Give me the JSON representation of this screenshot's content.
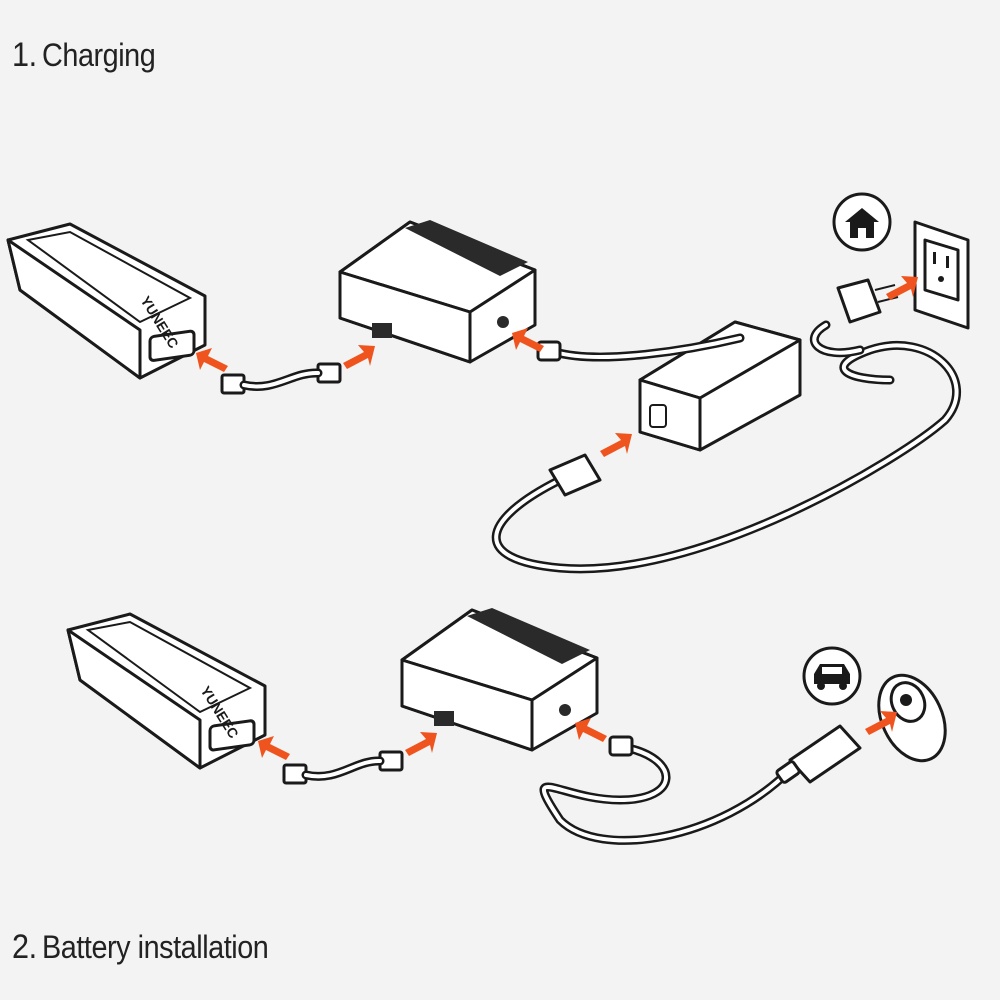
{
  "section1": {
    "number": "1.",
    "title": "Charging"
  },
  "section2": {
    "number": "2.",
    "title": "Battery installation"
  },
  "battery_brand": "YUNEEC",
  "colors": {
    "arrow": "#f0541e",
    "line": "#1a1a1a",
    "background": "#f3f3f3"
  },
  "icons": [
    "house-icon",
    "car-icon",
    "wall-outlet-icon",
    "car-socket-icon"
  ]
}
